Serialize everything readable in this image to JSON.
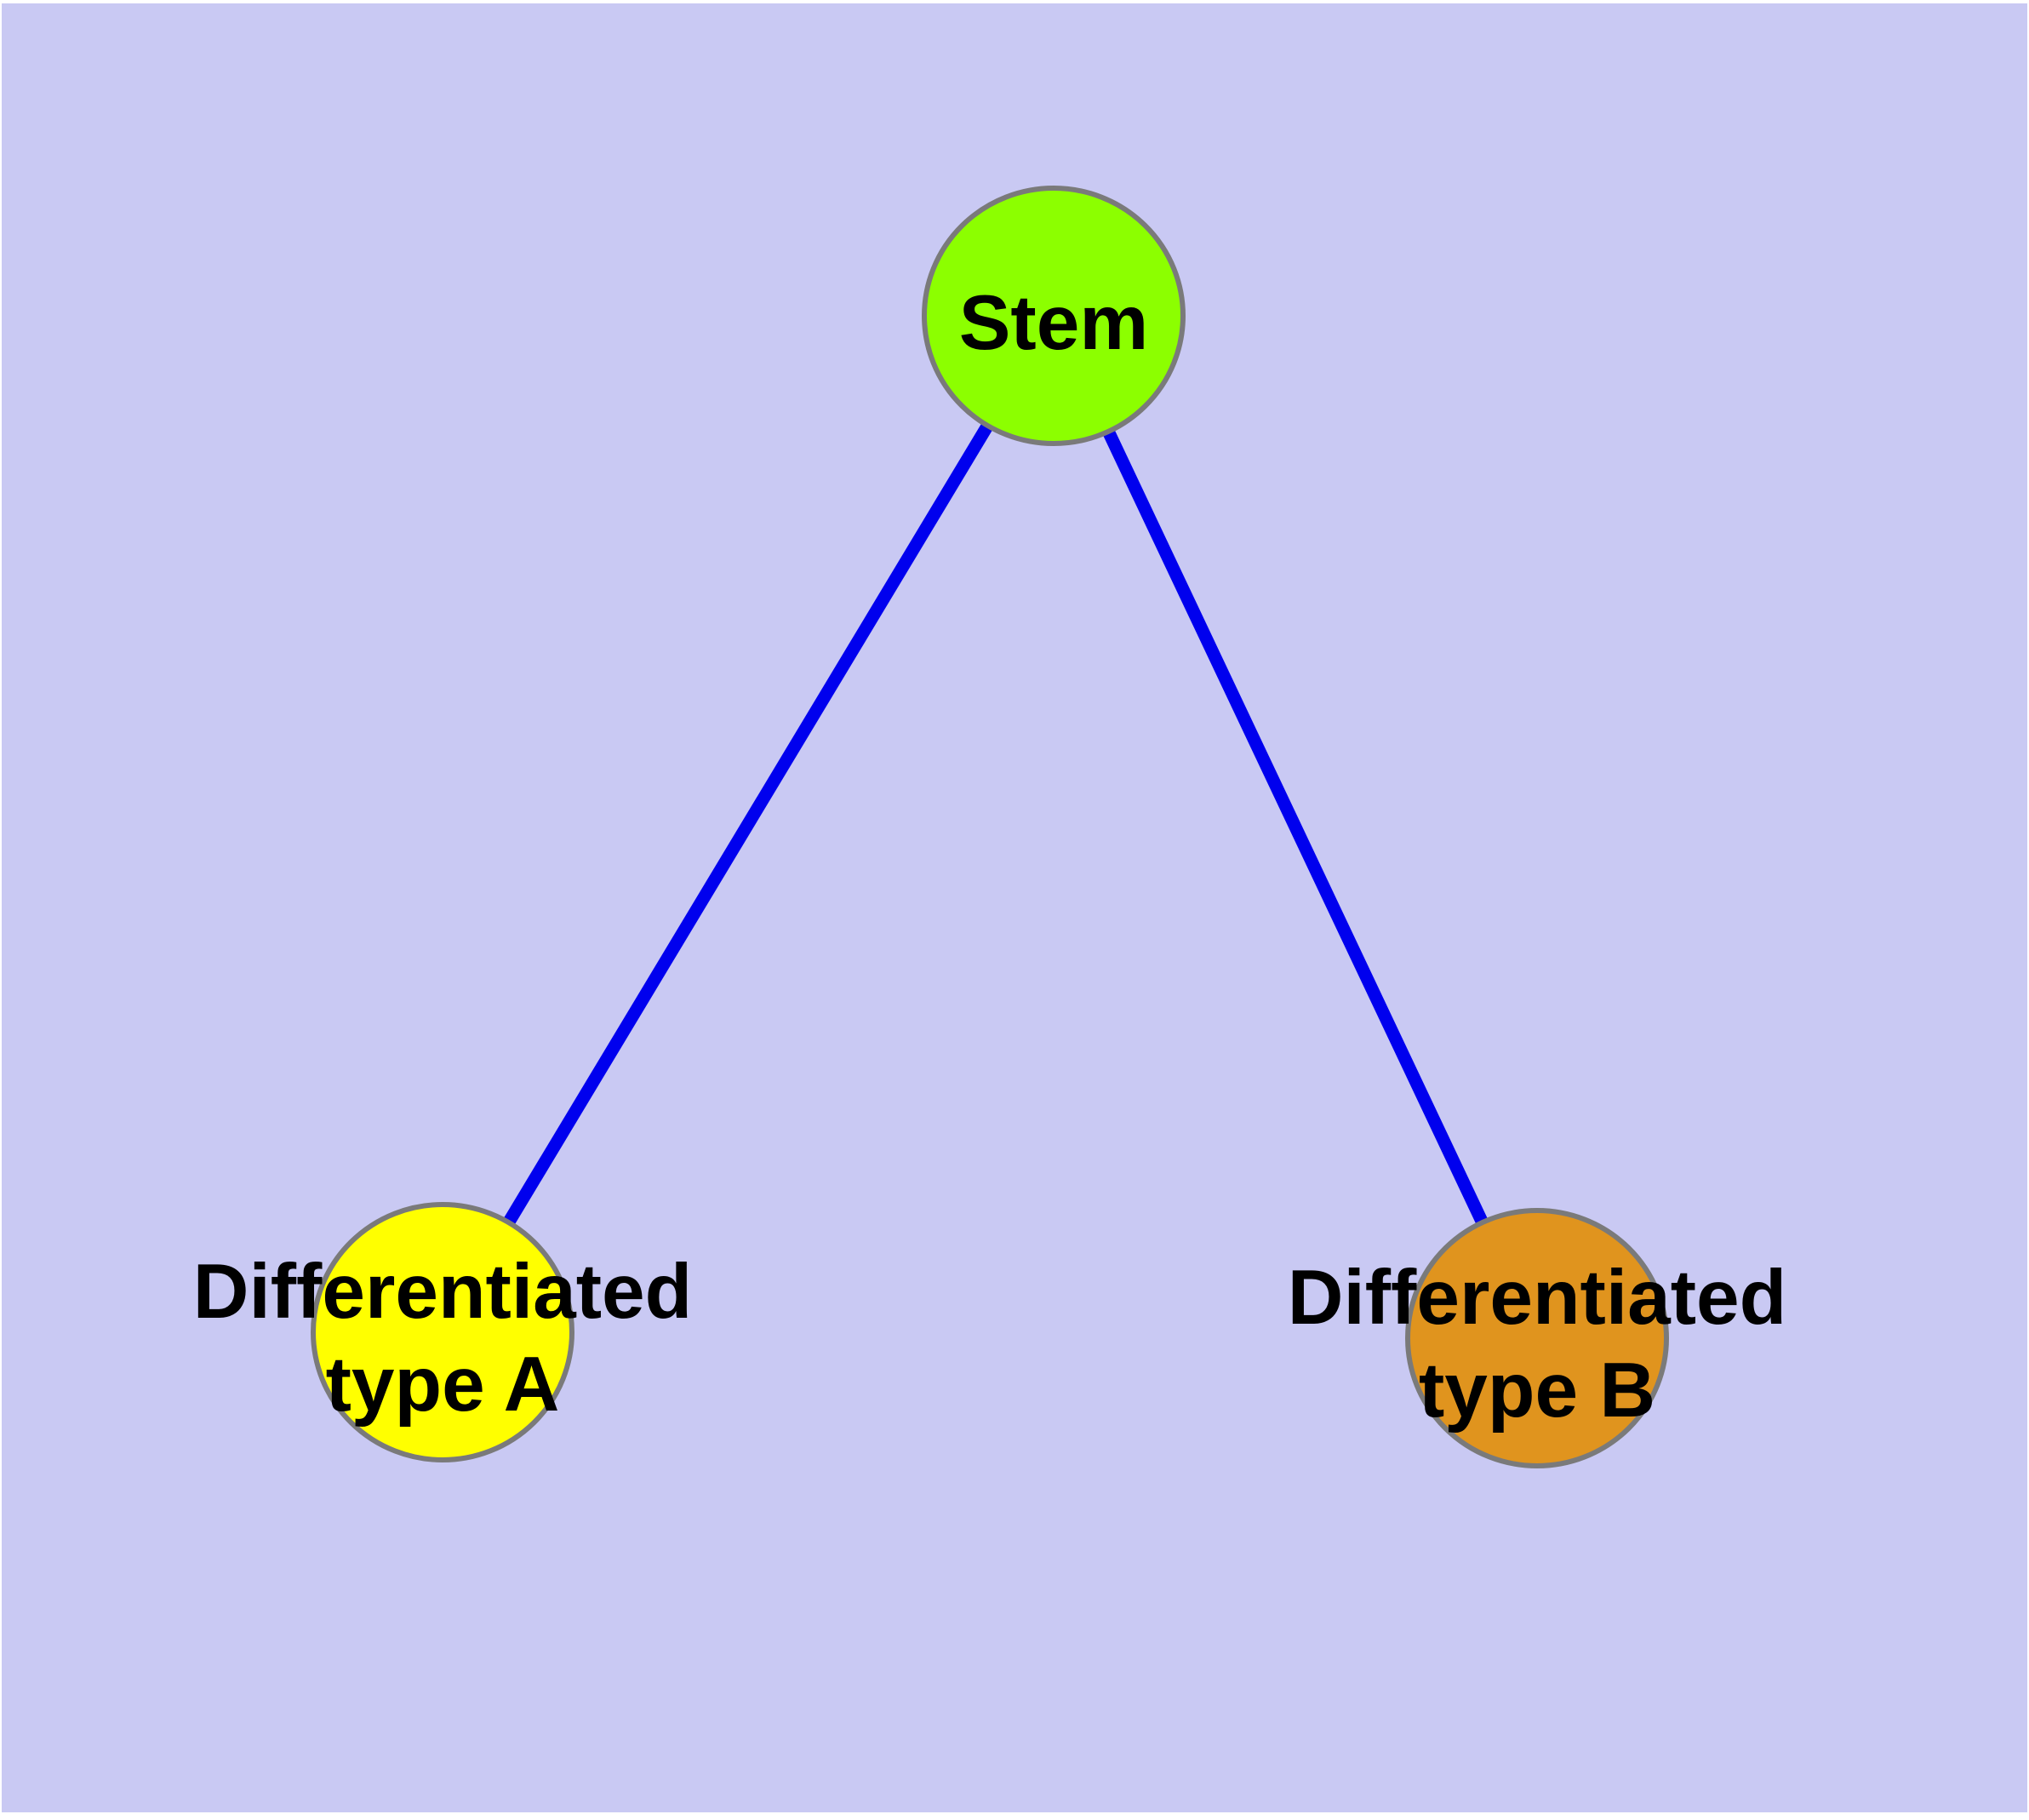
{
  "diagram": {
    "background_color": "#c9c9f3",
    "frame_color": "#ffffff",
    "edge_color": "#0000ee",
    "node_border_color": "#7a7a7a",
    "label_color": "#000000",
    "nodes": {
      "stem": {
        "label": "Stem",
        "color": "#8cff00"
      },
      "type_a": {
        "label_line1": "Differentiated",
        "label_line2": "type A",
        "color": "#ffff00"
      },
      "type_b": {
        "label_line1": "Differentiated",
        "label_line2": "type B",
        "color": "#e0941e"
      }
    },
    "edges": [
      {
        "from": "Stem",
        "to": "Differentiated type A"
      },
      {
        "from": "Stem",
        "to": "Differentiated type B"
      }
    ]
  }
}
